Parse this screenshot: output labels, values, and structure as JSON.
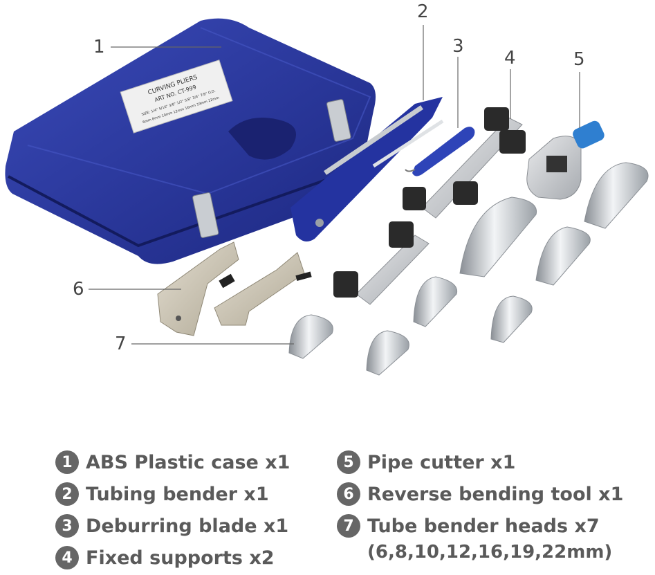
{
  "callouts": [
    "1",
    "2",
    "3",
    "4",
    "5",
    "6",
    "7"
  ],
  "case_label": {
    "line1": "CURVING PLIERS",
    "line2": "ART NO. CT-999",
    "line3": "SIZE: 1/4\" 5/16\" 3/8\" 1/2\" 5/8\" 3/4\" 7/8\" O.D.",
    "line4": "6mm 8mm 10mm 12mm 16mm 19mm 22mm"
  },
  "legend": [
    {
      "num": "1",
      "label": "ABS Plastic case x1"
    },
    {
      "num": "2",
      "label": "Tubing bender x1"
    },
    {
      "num": "3",
      "label": "Deburring blade x1"
    },
    {
      "num": "4",
      "label": "Fixed supports x2"
    },
    {
      "num": "5",
      "label": "Pipe cutter x1"
    },
    {
      "num": "6",
      "label": "Reverse bending tool x1"
    },
    {
      "num": "7",
      "label": "Tube bender heads x7"
    }
  ],
  "legend_note": "(6,8,10,12,16,19,22mm)",
  "colors": {
    "case_blue": "#26349a",
    "badge_gray": "#666666",
    "text_gray": "#5a5a5a"
  }
}
